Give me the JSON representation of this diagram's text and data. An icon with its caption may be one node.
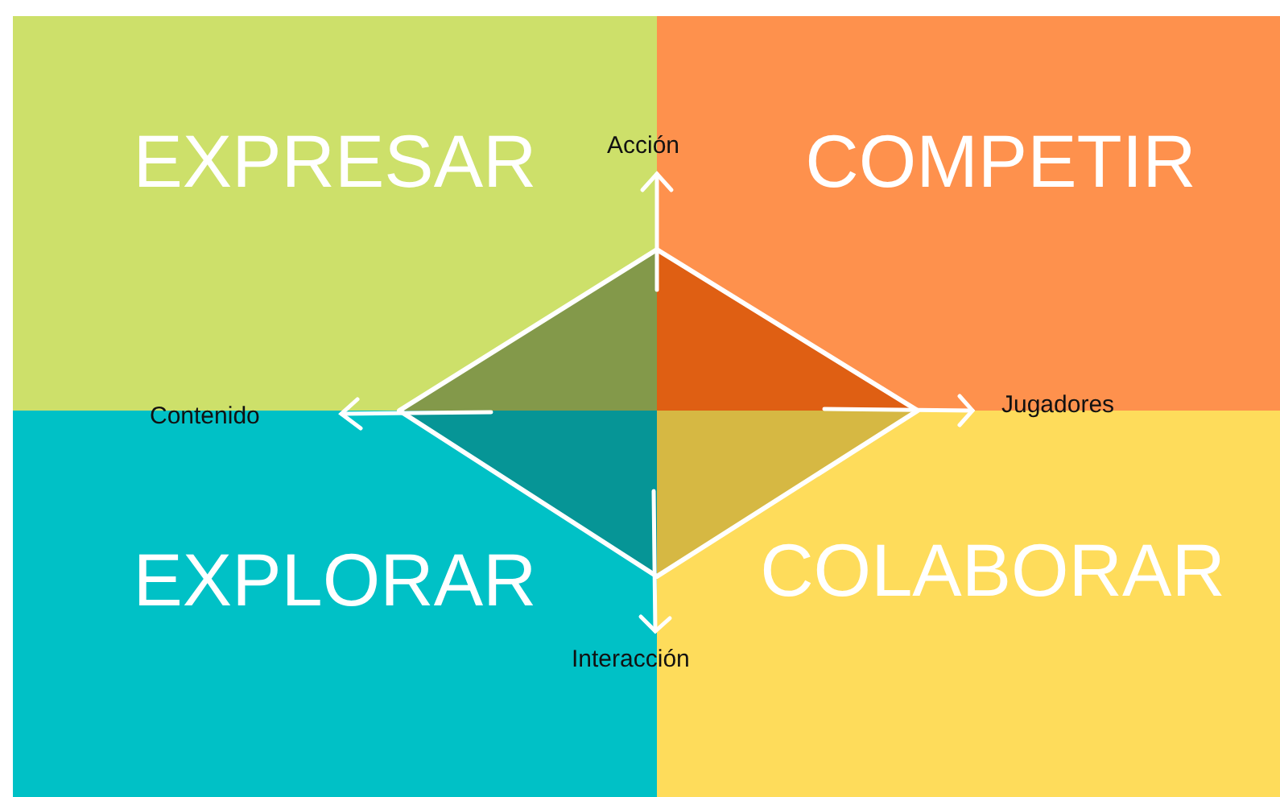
{
  "diagram": {
    "nodes": [
      {
        "text": [
          "EXPRESAR"
        ]
      },
      {
        "text": [
          "COMPETIR"
        ]
      },
      {
        "text": [
          "EXPLORAR"
        ]
      },
      {
        "text": [
          "COLABORAR"
        ]
      }
    ],
    "labels": [
      "Acción",
      "Contenido",
      "Jugadores",
      "Interacción"
    ]
  }
}
